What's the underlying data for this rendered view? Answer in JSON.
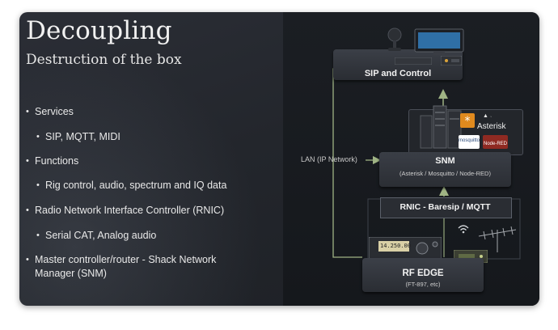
{
  "slide": {
    "title": "Decoupling",
    "subtitle": "Destruction of the box",
    "bullets": [
      {
        "text": "Services",
        "level": 1
      },
      {
        "text": "SIP, MQTT, MIDI",
        "level": 2
      },
      {
        "text": "Functions",
        "level": 1
      },
      {
        "text": "Rig control, audio, spectrum and IQ data",
        "level": 2
      },
      {
        "text": "Radio Network Interface Controller (RNIC)",
        "level": 1
      },
      {
        "text": "Serial CAT, Analog audio",
        "level": 2
      },
      {
        "text": "Master controller/router - Shack Network",
        "level": 1
      },
      {
        "text": "Manager (SNM)",
        "level": 1
      }
    ]
  },
  "diagram": {
    "sip_label": "SIP and Control",
    "snm_label": "SNM",
    "snm_sub": "(Asterisk / Mosquitto / Node-RED)",
    "asterisk_label": "Asterisk",
    "mosquitto_label": "mosquitto",
    "nodered_label": "Node-RED",
    "rnic_label": "RNIC - Baresip / MQTT",
    "rf_label": "RF EDGE",
    "rf_sub": "(FT-897, etc)",
    "lan_label": "LAN (IP Network)",
    "radio_display": "14.250.00",
    "colors": {
      "arrow": "#9fb384",
      "background_left": "#262930",
      "background_right": "#171a1e",
      "text": "#efefef",
      "asterisk_orange": "#e08a1e",
      "nodered_red": "#8f2a22"
    }
  }
}
